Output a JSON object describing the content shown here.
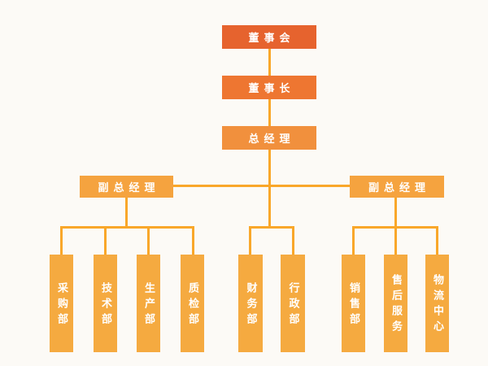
{
  "diagram": {
    "type": "org-chart",
    "background_color": "#FCFAF6",
    "palette": {
      "level1_box": "#E6632E",
      "level2_box": "#EE7631",
      "level3_box": "#F1903D",
      "level4_box": "#F5A33F",
      "level5_box": "#F5AA40",
      "connector_line": "#F9A72A",
      "label_text": "#FFFFFF"
    },
    "nodes": {
      "board": {
        "label": "董事会",
        "level": 1
      },
      "chairman": {
        "label": "董事长",
        "level": 2
      },
      "gm": {
        "label": "总经理",
        "level": 3
      },
      "dgm_left": {
        "label": "副总经理",
        "level": 4
      },
      "dgm_right": {
        "label": "副总经理",
        "level": 4
      },
      "purchasing": {
        "label": "采购部",
        "level": 5
      },
      "technology": {
        "label": "技术部",
        "level": 5
      },
      "production": {
        "label": "生产部",
        "level": 5
      },
      "quality": {
        "label": "质检部",
        "level": 5
      },
      "finance": {
        "label": "财务部",
        "level": 5
      },
      "admin": {
        "label": "行政部",
        "level": 5
      },
      "sales": {
        "label": "销售部",
        "level": 5
      },
      "after_sales": {
        "label": "售后服务",
        "level": 5
      },
      "logistics": {
        "label": "物流中心",
        "level": 5
      }
    },
    "edges": [
      [
        "board",
        "chairman"
      ],
      [
        "chairman",
        "gm"
      ],
      [
        "gm",
        "dgm_left"
      ],
      [
        "gm",
        "finance"
      ],
      [
        "gm",
        "admin"
      ],
      [
        "gm",
        "dgm_right"
      ],
      [
        "dgm_left",
        "purchasing"
      ],
      [
        "dgm_left",
        "technology"
      ],
      [
        "dgm_left",
        "production"
      ],
      [
        "dgm_left",
        "quality"
      ],
      [
        "dgm_right",
        "sales"
      ],
      [
        "dgm_right",
        "after_sales"
      ],
      [
        "dgm_right",
        "logistics"
      ]
    ]
  }
}
